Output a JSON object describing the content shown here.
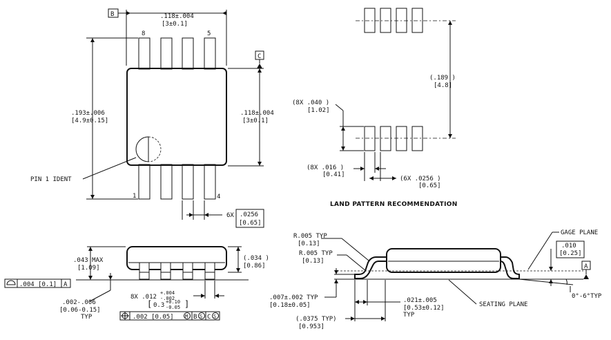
{
  "top_view": {
    "datum_b": "B",
    "datum_c": "C",
    "width_dim": ".118±.004",
    "width_dim_mm": "[3±0.1]",
    "height_dim": ".193±.006",
    "height_dim_mm": "[4.9±0.15]",
    "body_dim": ".118±.004",
    "body_dim_mm": "[3±0.1]",
    "pin_8": "8",
    "pin_5": "5",
    "pin_1": "1",
    "pin_4": "4",
    "pin1_ident": "PIN 1 IDENT",
    "pitch_label": "6X",
    "pitch_value": ".0256",
    "pitch_value_mm": "[0.65]"
  },
  "land_pattern": {
    "title": "LAND PATTERN RECOMMENDATION",
    "row_spacing": "(.189 )",
    "row_spacing_mm": "[4.8]",
    "pad_length": "(8X .040 )",
    "pad_length_mm": "[1.02]",
    "pad_width": "(8X .016 )",
    "pad_width_mm": "[0.41]",
    "pad_pitch": "(6X .0256 )",
    "pad_pitch_mm": "[0.65]"
  },
  "side_view": {
    "max_height": ".043 MAX",
    "max_height_mm": "[1.09]",
    "body_thickness": "(.034 )",
    "body_thickness_mm": "[0.86]",
    "flatness_value": ".004 [0.1]",
    "flatness_datum": "A",
    "standoff": ".002-.006",
    "standoff_mm": "[0.06-0.15]",
    "standoff_typ": "TYP",
    "lead_width": "8X .012",
    "lead_width_tol_plus": "+.004",
    "lead_width_tol_minus": "-.002",
    "lead_width_mm": "0.3",
    "lead_width_mm_tol_plus": "+0.10",
    "lead_width_mm_tol_minus": "-0.05",
    "position_tol": ".002 [0.05]",
    "position_mod": "M",
    "position_datum_1": "B",
    "position_mod_1": "S",
    "position_datum_2": "C",
    "position_mod_2": "S"
  },
  "detail_view": {
    "radius_1": "R.005 TYP",
    "radius_1_mm": "[0.13]",
    "radius_2": "R.005 TYP",
    "radius_2_mm": "[0.13]",
    "gage_plane": "GAGE PLANE",
    "gage_dim": ".010",
    "gage_dim_mm": "[0.25]",
    "datum_a": "A",
    "angle": "0°-6°TYP",
    "lead_thickness": ".007±.002 TYP",
    "lead_thickness_mm": "[0.18±0.05]",
    "foot_length": ".021±.005",
    "foot_length_mm": "[0.53±0.12]",
    "foot_typ": "TYP",
    "seating_plane": "SEATING PLANE",
    "foot_ref": "(.0375 TYP)",
    "foot_ref_mm": "[0.953]"
  }
}
